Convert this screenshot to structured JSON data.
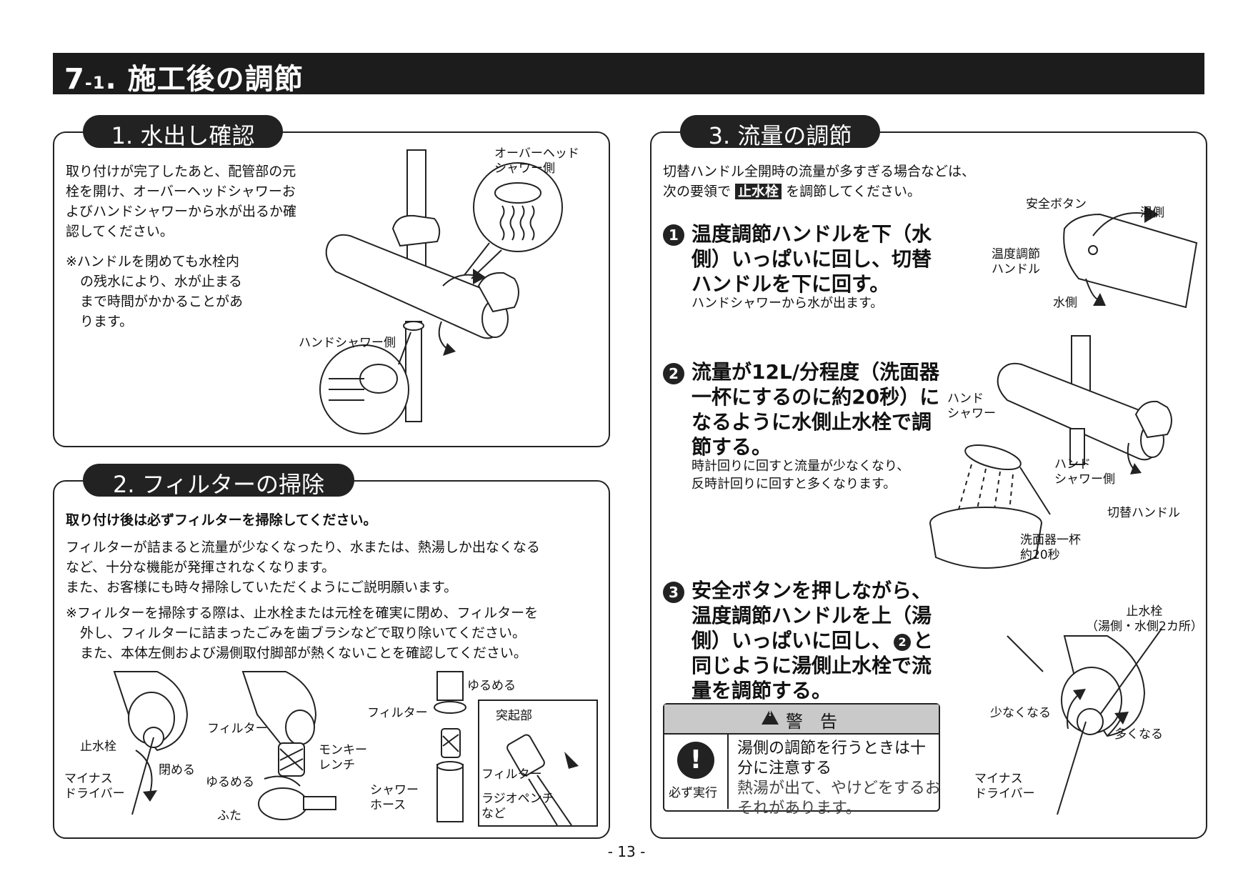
{
  "header": {
    "num": "7",
    "sub": "-1",
    "dot": ". ",
    "title": "施工後の調節"
  },
  "s1": {
    "heading": "1. 水出し確認",
    "body": [
      "取り付けが完了したあと、配管部の元",
      "栓を開け、オーバーヘッドシャワーお",
      "よびハンドシャワーから水が出るか確",
      "認してください。"
    ],
    "note": [
      "※ハンドルを閉めても水栓内",
      "の残水により、水が止まる",
      "まで時間がかかることがあ",
      "ります。"
    ],
    "label_overhead": [
      "オーバーヘッド",
      "シャワー側"
    ],
    "label_hand": "ハンドシャワー側"
  },
  "s2": {
    "heading": "2. フィルターの掃除",
    "bold": "取り付け後は必ずフィルターを掃除してください。",
    "body": [
      "フィルターが詰まると流量が少なくなったり、水または、熱湯しか出なくなる",
      "など、十分な機能が発揮されなくなります。",
      "また、お客様にも時々掃除していただくようにご説明願います。"
    ],
    "note": [
      "※フィルターを掃除する際は、止水栓または元栓を確実に閉め、フィルターを",
      "外し、フィルターに詰まったごみを歯ブラシなどで取り除いてください。",
      "また、本体左側および湯側取付脚部が熱くないことを確認してください。"
    ],
    "fig1": {
      "stop": "止水栓",
      "minus": [
        "マイナス",
        "ドライバー"
      ],
      "close": "閉める"
    },
    "fig2": {
      "filter": "フィルター",
      "monkey": [
        "モンキー",
        "レンチ"
      ],
      "loosen": "ゆるめる",
      "cap": "ふた"
    },
    "fig3": {
      "loosen": "ゆるめる",
      "filter": "フィルター",
      "hose": [
        "シャワー",
        "ホース"
      ],
      "protrusion": "突起部",
      "filter2": "フィルター",
      "pliers": [
        "ラジオペンチ",
        "など"
      ]
    }
  },
  "s3": {
    "heading": "3. 流量の調節",
    "intro1": "切替ハンドル全開時の流量が多すぎる場合などは、",
    "intro2a": "次の要領で ",
    "intro2b": "止水栓",
    "intro2c": " を調節してください。",
    "step1": {
      "num": "1",
      "title": [
        "温度調節ハンドルを下（水",
        "側）いっぱいに回し、切替",
        "ハンドルを下に回す。"
      ],
      "sub": "ハンドシャワーから水が出ます。"
    },
    "step2": {
      "num": "2",
      "title": [
        "流量が12L/分程度（洗面器",
        "一杯にするのに約20秒）に",
        "なるように水側止水栓で調",
        "節する。"
      ],
      "sub": [
        "時計回りに回すと流量が少なくなり、",
        "反時計回りに回すと多くなります。"
      ]
    },
    "step3": {
      "num": "3",
      "title_a": "安全ボタンを押しながら、",
      "title_b": "温度調節ハンドルを上（湯",
      "title_c1": "側）いっぱいに回し、",
      "title_c2": "2",
      "title_c3": "と",
      "title_d": "同じように湯側止水栓で流",
      "title_e": "量を調節する。"
    },
    "fig1": {
      "safety": "安全ボタン",
      "hot": "湯側",
      "temp": [
        "温度調節",
        "ハンドル"
      ],
      "cold": "水側"
    },
    "fig2": {
      "hand": [
        "ハンド",
        "シャワー"
      ],
      "handside": [
        "ハンド",
        "シャワー側"
      ],
      "switch": "切替ハンドル",
      "basin": [
        "洗面器一杯",
        "約20秒"
      ]
    },
    "fig3": {
      "stop": [
        "止水栓",
        "（湯側・水側2カ所）"
      ],
      "less": "少なくなる",
      "more": "多くなる",
      "minus": [
        "マイナス",
        "ドライバー"
      ]
    },
    "warning": {
      "title": "警　告",
      "must": "必ず実行",
      "line1": "湯側の調節を行うときは十",
      "line2": "分に注意する",
      "line3": "熱湯が出て、やけどをするお",
      "line4": "それがあります。"
    }
  },
  "page": "- 13 -"
}
